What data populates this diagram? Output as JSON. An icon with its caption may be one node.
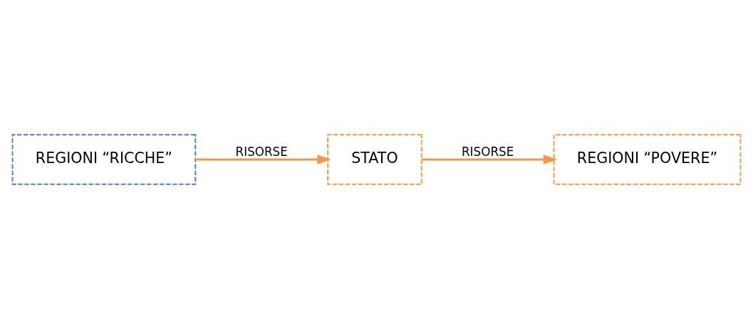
{
  "diagram": {
    "nodes": [
      {
        "text": [
          "REGIONI “RICCHE”"
        ]
      },
      {
        "text": [
          "STATO"
        ]
      },
      {
        "text": [
          "REGIONI “POVERE”"
        ]
      }
    ],
    "edges": [
      {
        "from": 0,
        "to": 1,
        "arrow": "to",
        "label": "RISORSE"
      },
      {
        "from": 1,
        "to": 2,
        "arrow": "to",
        "label": "RISORSE"
      }
    ]
  }
}
